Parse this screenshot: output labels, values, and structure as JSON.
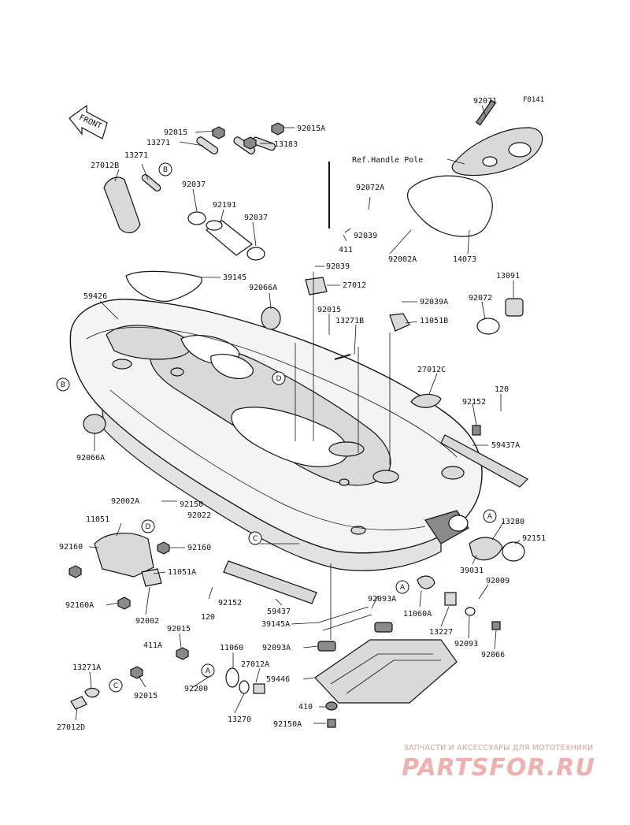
{
  "diagram": {
    "figure_code": "F8141",
    "front_label": "FRONT",
    "ref_note": "Ref.Handle Pole",
    "callouts": [
      "A",
      "B",
      "C",
      "D"
    ],
    "parts": {
      "p92071": "92071",
      "p92015_1": "92015",
      "p92015A_1": "92015A",
      "p13271_1": "13271",
      "p13183": "13183",
      "p13271_2": "13271",
      "p27012B": "27012B",
      "p92037_1": "92037",
      "p92191": "92191",
      "p92037_2": "92037",
      "p92072A": "92072A",
      "p92039_1": "92039",
      "p411": "411",
      "p92039_2": "92039",
      "p92002A_1": "92002A",
      "p14073": "14073",
      "p39145": "39145",
      "p92066A_1": "92066A",
      "p27012": "27012",
      "p59426": "59426",
      "p92015_2": "92015",
      "p13271B": "13271B",
      "p92039A": "92039A",
      "p11051B": "11051B",
      "p13091": "13091",
      "p92072": "92072",
      "p27012C": "27012C",
      "p120_1": "120",
      "p92152_1": "92152",
      "p59437A": "59437A",
      "p92066A_2": "92066A",
      "p92002A_2": "92002A",
      "p92150": "92150",
      "p92022": "92022",
      "p11051": "11051",
      "p92160_1": "92160",
      "p92160_2": "92160",
      "p11051A": "11051A",
      "p92160A": "92160A",
      "p92002": "92002",
      "p13280": "13280",
      "p92151": "92151",
      "p39031": "39031",
      "p92152_2": "92152",
      "p120_2": "120",
      "p59437": "59437",
      "p39145A": "39145A",
      "p92093A_1": "92093A",
      "p11060A": "11060A",
      "p92009": "92009",
      "p13227": "13227",
      "p92093": "92093",
      "p92066": "92066",
      "p92015_3": "92015",
      "p411A": "411A",
      "p11060": "11060",
      "p27012A": "27012A",
      "p92093A_2": "92093A",
      "p13271A": "13271A",
      "p59446": "59446",
      "p92015_4": "92015",
      "p92200": "92200",
      "p410": "410",
      "p13270": "13270",
      "p92150A": "92150A",
      "p27012D": "27012D"
    }
  },
  "watermark": {
    "caption": "ЗАПЧАСТИ И АКСЕССУАРЫ ДЛЯ МОТОТЕХНИКИ",
    "logo": "PARTSFOR.RU"
  }
}
